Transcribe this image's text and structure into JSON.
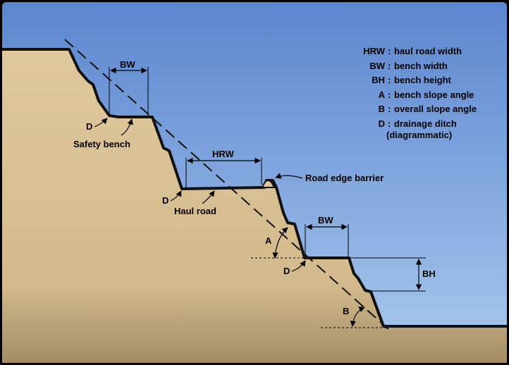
{
  "legend": [
    {
      "key": "HRW",
      "desc": "haul road width"
    },
    {
      "key": "BW",
      "desc": "bench width"
    },
    {
      "key": "BH",
      "desc": "bench height"
    },
    {
      "key": "A",
      "desc": "bench slope angle"
    },
    {
      "key": "B",
      "desc": "overall slope angle"
    },
    {
      "key": "D",
      "desc": "drainage ditch"
    }
  ],
  "legend_d_note": "(diagrammatic)",
  "labels": {
    "bw_top": "BW",
    "hrw": "HRW",
    "bw_low": "BW",
    "bh": "BH",
    "angle_a": "A",
    "angle_b": "B",
    "d1": "D",
    "d2": "D",
    "d3": "D",
    "safety_bench": "Safety bench",
    "haul_road": "Haul road",
    "road_edge_barrier": "Road edge barrier"
  },
  "colors": {
    "sky_top": "#5b86cf",
    "sky_bottom": "#aac9ee",
    "ground_top": "#ddc598",
    "ground_bottom": "#b39b74",
    "outline": "#111111"
  }
}
